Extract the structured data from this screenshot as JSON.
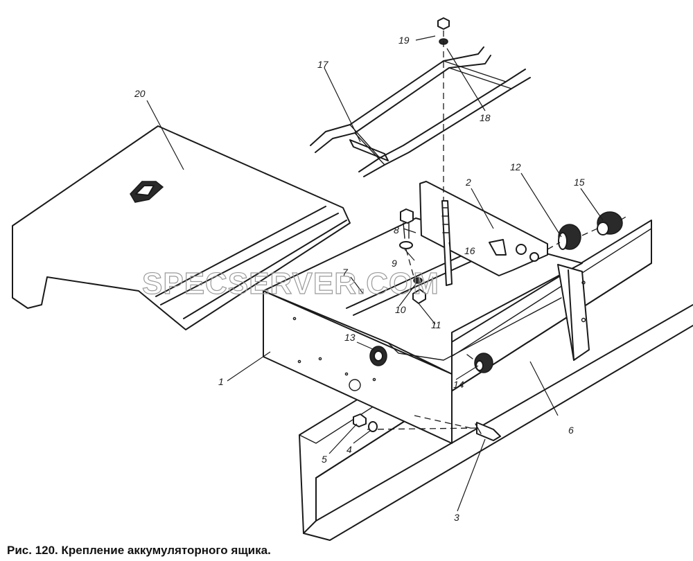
{
  "caption": "Рис. 120. Крепление аккумуляторного ящика.",
  "watermark": "SPECSERVER.COM",
  "callouts": {
    "c1": "1",
    "c2": "2",
    "c3": "3",
    "c4": "4",
    "c5": "5",
    "c6": "6",
    "c7": "7",
    "c8": "8",
    "c9": "9",
    "c10": "10",
    "c11": "11",
    "c12": "12",
    "c13": "13",
    "c14": "14",
    "c15": "15",
    "c16": "16",
    "c17": "17",
    "c18": "18",
    "c19": "19",
    "c20": "20"
  }
}
